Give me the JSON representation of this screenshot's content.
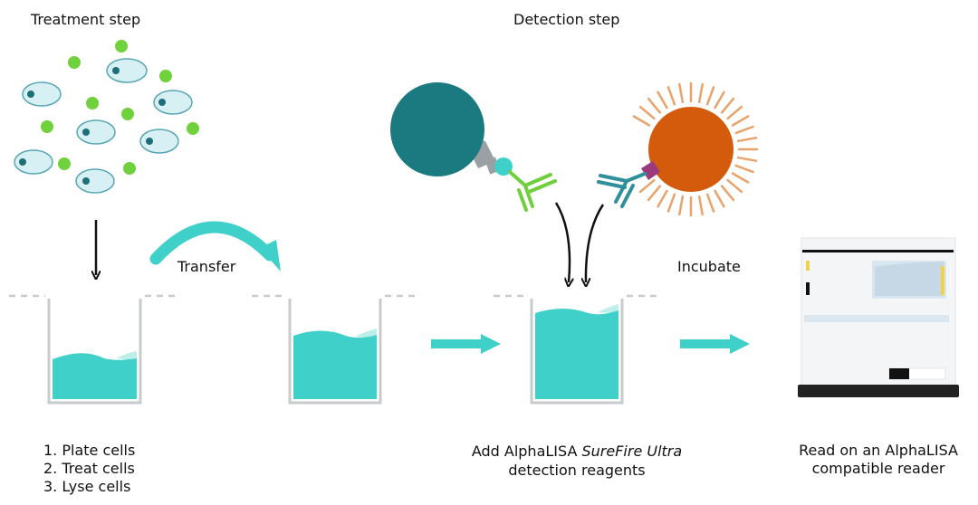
{
  "labels": {
    "treatment_step": "Treatment step",
    "detection_step": "Detection step",
    "transfer": "Transfer",
    "incubate": "Incubate"
  },
  "captions": {
    "steps": [
      "1. Plate cells",
      "2. Treat cells",
      "3. Lyse cells"
    ],
    "add_line1_prefix": "Add AlphaLISA ",
    "add_line1_italic": "SureFire Ultra",
    "add_line2": "detection reagents",
    "read_line1": "Read on an AlphaLISA",
    "read_line2": "compatible reader"
  },
  "colors": {
    "liquid": "#3fd0c9",
    "liquid_highlight": "#bdeeea",
    "well_wall": "#c7cbcc",
    "cell_fill": "#d6f0f3",
    "cell_outline": "#5aa6b4",
    "cell_nucleus": "#1c6f78",
    "dot_green": "#6fd13c",
    "donor_bead": "#1a7a7f",
    "acceptor_bead": "#d45a0c",
    "acceptor_rays": "#e8a36b",
    "antibody_green": "#6fcf3c",
    "antibody_teal": "#2f8f9a",
    "antigen_purple": "#9b3a7c",
    "arrow_teal": "#3fd0c9",
    "arrow_black": "#111111",
    "reader_base": "#222222",
    "reader_screen": "#d8e6ef",
    "reader_accent": "#f2d24b"
  },
  "icons": {
    "cells": "cell-icon",
    "donor_bead": "donor-bead-icon",
    "acceptor_bead": "acceptor-bead-icon",
    "reader": "plate-reader-icon"
  }
}
